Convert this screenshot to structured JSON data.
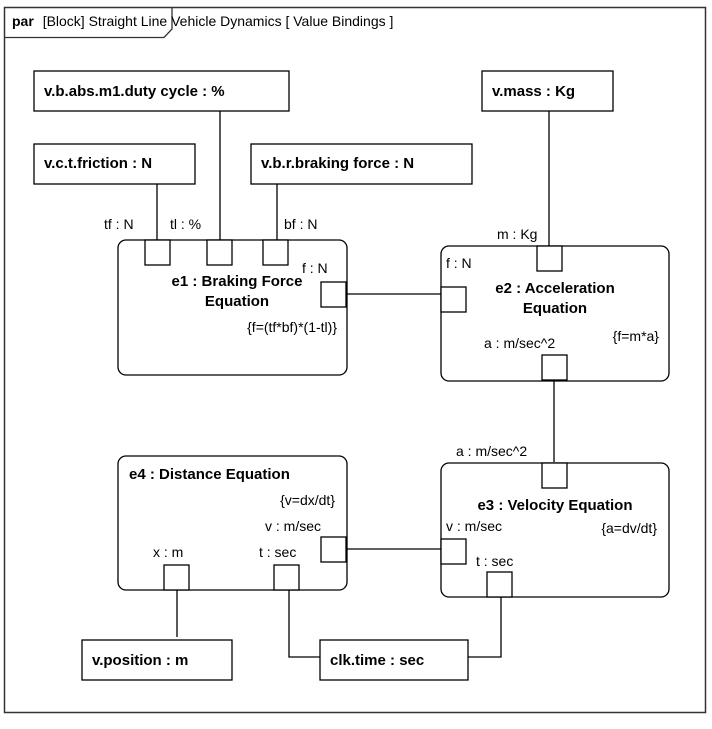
{
  "diagram": {
    "header": {
      "kind": "par",
      "title": "[Block] Straight Line Vehicle Dynamics [ Value Bindings ]"
    },
    "value_properties": [
      {
        "id": "duty",
        "label": "v.b.abs.m1.duty cycle : %"
      },
      {
        "id": "friction",
        "label": "v.c.t.friction : N"
      },
      {
        "id": "braking",
        "label": "v.b.r.braking force : N"
      },
      {
        "id": "mass",
        "label": "v.mass : Kg"
      },
      {
        "id": "position",
        "label": "v.position : m"
      },
      {
        "id": "time",
        "label": "clk.time : sec"
      }
    ],
    "constraints": [
      {
        "id": "e1",
        "name_line1": "e1 : Braking Force",
        "name_line2": "Equation",
        "expression": "{f=(tf*bf)*(1-tl)}",
        "ports": {
          "tf": "tf : N",
          "tl": "tl : %",
          "bf": "bf : N",
          "f": "f : N"
        }
      },
      {
        "id": "e2",
        "name_line1": "e2 : Acceleration",
        "name_line2": "Equation",
        "expression": "{f=m*a}",
        "ports": {
          "m": "m : Kg",
          "f": "f : N",
          "a": "a : m/sec^2"
        }
      },
      {
        "id": "e3",
        "name_line1": "e3 : Velocity Equation",
        "expression": "{a=dv/dt}",
        "ports": {
          "a": "a : m/sec^2",
          "v": "v : m/sec",
          "t": "t : sec"
        }
      },
      {
        "id": "e4",
        "name_line1": "e4 : Distance Equation",
        "expression": "{v=dx/dt}",
        "ports": {
          "v": "v : m/sec",
          "x": "x : m",
          "t": "t : sec"
        }
      }
    ]
  }
}
